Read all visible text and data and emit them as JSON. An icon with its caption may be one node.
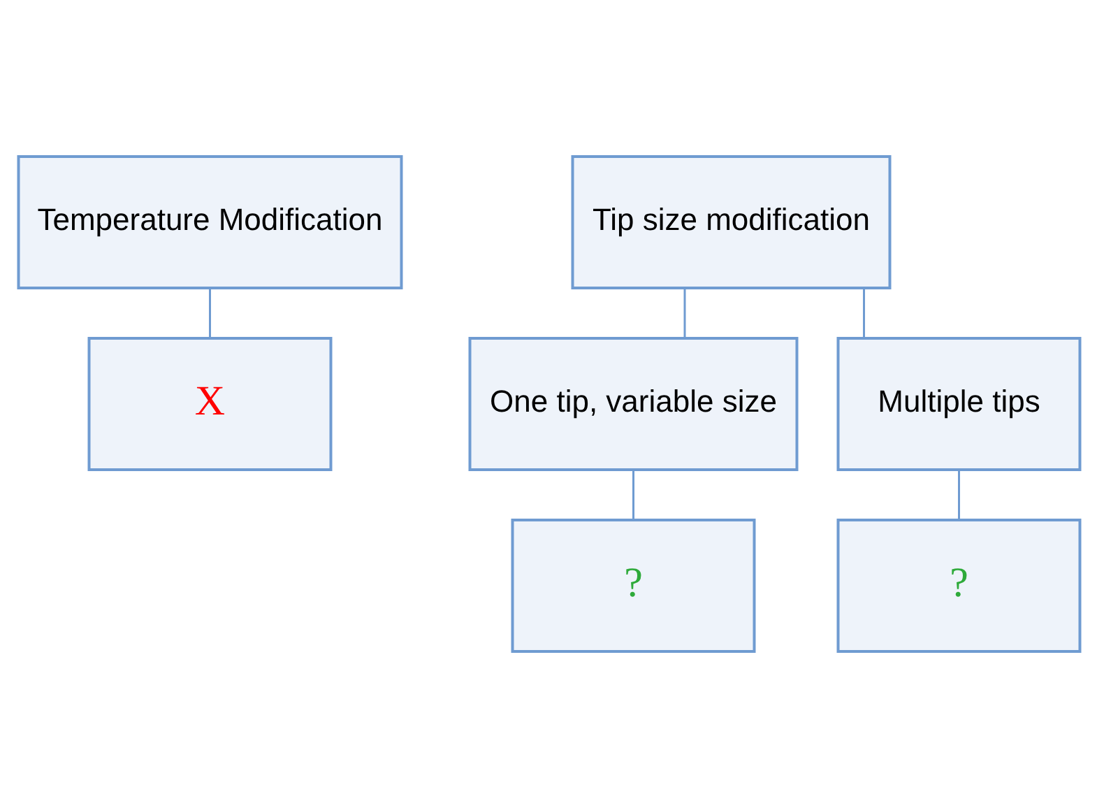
{
  "diagram": {
    "nodes": [
      {
        "text": [
          "Temperature Modification"
        ]
      },
      {
        "text": [
          "X"
        ]
      },
      {
        "text": [
          "Tip size modification"
        ]
      },
      {
        "text": [
          "One tip, variable size"
        ]
      },
      {
        "text": [
          "Multiple tips"
        ]
      },
      {
        "text": [
          "?"
        ]
      },
      {
        "text": [
          "?"
        ]
      }
    ],
    "edges": [
      {
        "from": 0,
        "to": 1,
        "arrow": "none"
      },
      {
        "from": 2,
        "to": 3,
        "arrow": "none"
      },
      {
        "from": 2,
        "to": 4,
        "arrow": "none"
      },
      {
        "from": 3,
        "to": 5,
        "arrow": "none"
      },
      {
        "from": 4,
        "to": 6,
        "arrow": "none"
      }
    ]
  }
}
